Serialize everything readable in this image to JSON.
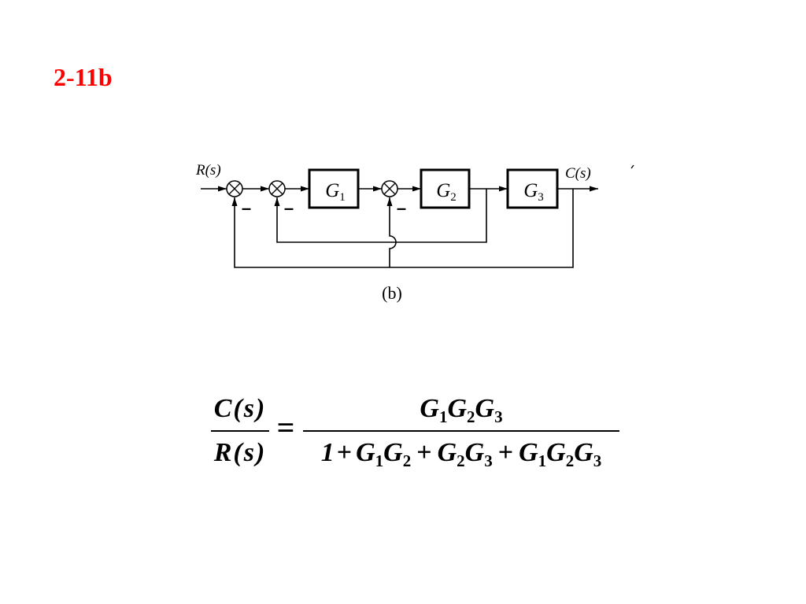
{
  "slide": {
    "title": "2-11b",
    "title_color": "#ff0000"
  },
  "diagram": {
    "input_label": "R(s)",
    "output_label": "C(s)",
    "blocks": [
      {
        "symbol": "G",
        "subscript": "1"
      },
      {
        "symbol": "G",
        "subscript": "2"
      },
      {
        "symbol": "G",
        "subscript": "3"
      }
    ],
    "feedback_signs": [
      "–",
      "–",
      "–"
    ],
    "caption": "(b)"
  },
  "equation": {
    "lhs": {
      "numerator": "C(s)",
      "denominator": "R(s)"
    },
    "equals": "=",
    "rhs": {
      "numerator": [
        {
          "symbol": "G",
          "subscript": "1"
        },
        {
          "symbol": "G",
          "subscript": "2"
        },
        {
          "symbol": "G",
          "subscript": "3"
        }
      ],
      "denominator": {
        "constant": "1",
        "plus": "+",
        "terms": [
          [
            {
              "symbol": "G",
              "subscript": "1"
            },
            {
              "symbol": "G",
              "subscript": "2"
            }
          ],
          [
            {
              "symbol": "G",
              "subscript": "2"
            },
            {
              "symbol": "G",
              "subscript": "3"
            }
          ],
          [
            {
              "symbol": "G",
              "subscript": "1"
            },
            {
              "symbol": "G",
              "subscript": "2"
            },
            {
              "symbol": "G",
              "subscript": "3"
            }
          ]
        ]
      }
    }
  }
}
